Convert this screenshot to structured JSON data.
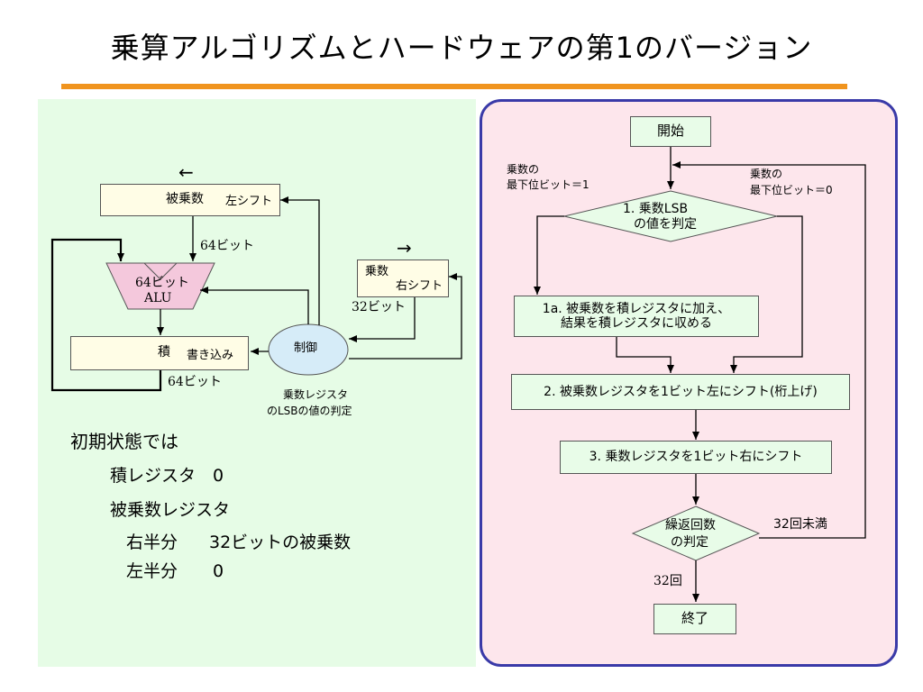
{
  "title": "乗算アルゴリズムとハードウェアの第1のバージョン",
  "hardware": {
    "multiplicand": {
      "label": "被乗数",
      "op": "左シフト",
      "arrow": "←"
    },
    "multiplicand_width": "64ビット",
    "alu": {
      "line1": "64ビット",
      "line2": "ALU"
    },
    "product": {
      "label": "積",
      "op": "書き込み"
    },
    "product_width": "64ビット",
    "multiplier": {
      "label": "乗数",
      "op": "右シフト",
      "arrow": "→"
    },
    "multiplier_width": "32ビット",
    "control": {
      "label": "制御"
    },
    "control_note": {
      "line1": "乗数レジスタ",
      "line2": "のLSBの値の判定"
    }
  },
  "initial_state": {
    "heading": "初期状態では",
    "product_reg": {
      "label": "積レジスタ",
      "value": "0"
    },
    "multiplicand_reg": "被乗数レジスタ",
    "right_half": {
      "label": "右半分",
      "value": "32ビットの被乗数"
    },
    "left_half": {
      "label": "左半分",
      "value": "0"
    }
  },
  "flowchart": {
    "start": "開始",
    "decision1": {
      "line1": "1. 乗数LSB",
      "line2": "の値を判定"
    },
    "lsb1": {
      "line1": "乗数の",
      "line2": "最下位ビット＝1"
    },
    "lsb0": {
      "line1": "乗数の",
      "line2": "最下位ビット＝0"
    },
    "step1a": {
      "line1": "1a. 被乗数を積レジスタに加え、",
      "line2": "結果を積レジスタに収める"
    },
    "step2": "2. 被乗数レジスタを1ビット左にシフト(桁上げ)",
    "step3": "3. 乗数レジスタを1ビット右にシフト",
    "decision2": {
      "line1": "繰返回数",
      "line2": "の判定"
    },
    "less32": "32回未満",
    "eq32": "32回",
    "end": "終了"
  }
}
